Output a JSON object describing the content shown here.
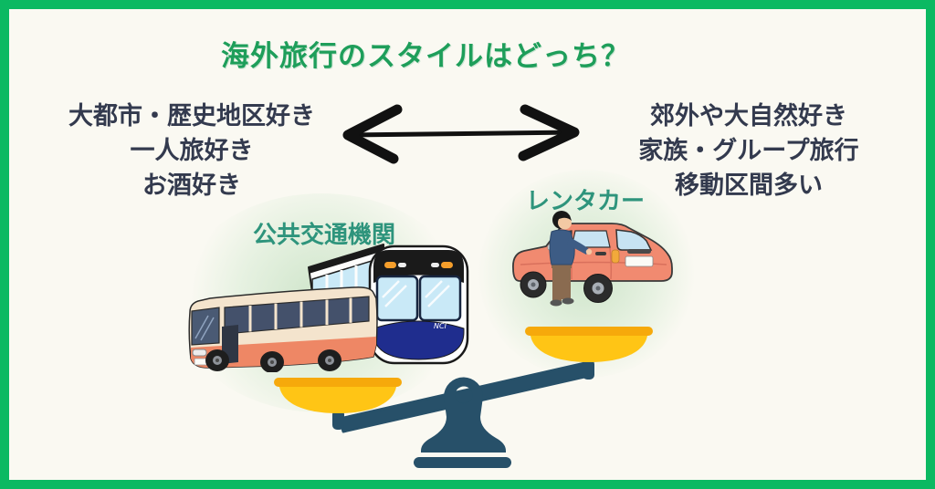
{
  "title": "海外旅行のスタイルはどっち？",
  "left_side": {
    "traits": [
      "大都市・歴史地区好き",
      "一人旅好き",
      "お酒好き"
    ],
    "label": "公共交通機関"
  },
  "right_side": {
    "traits": [
      "郊外や大自然好き",
      "家族・グループ旅行",
      "移動区間多い"
    ],
    "label": "レンタカー"
  },
  "train_front_text": "NCI",
  "icons": {
    "arrow": "double-headed-arrow",
    "scale": "balance-scale",
    "left_pan_contents": "bus-and-train-illustration",
    "right_pan_contents": "rental-car-with-driver-illustration"
  },
  "colors": {
    "frame_green": "#0BB962",
    "background": "#FAF9F2",
    "title_green": "#1E9E5A",
    "text_navy": "#333A4E",
    "label_teal": "#2E947C",
    "scale_navy": "#275069",
    "pan_yellow": "#FFC515",
    "pan_rim_orange": "#F6A90B",
    "arrow_black": "#111111",
    "bus_cream": "#F4E4CD",
    "bus_salmon": "#EE8765",
    "car_salmon": "#F18A70",
    "train_nose_blue": "#1F2D8E",
    "glass_blue": "#C9E9F7"
  }
}
